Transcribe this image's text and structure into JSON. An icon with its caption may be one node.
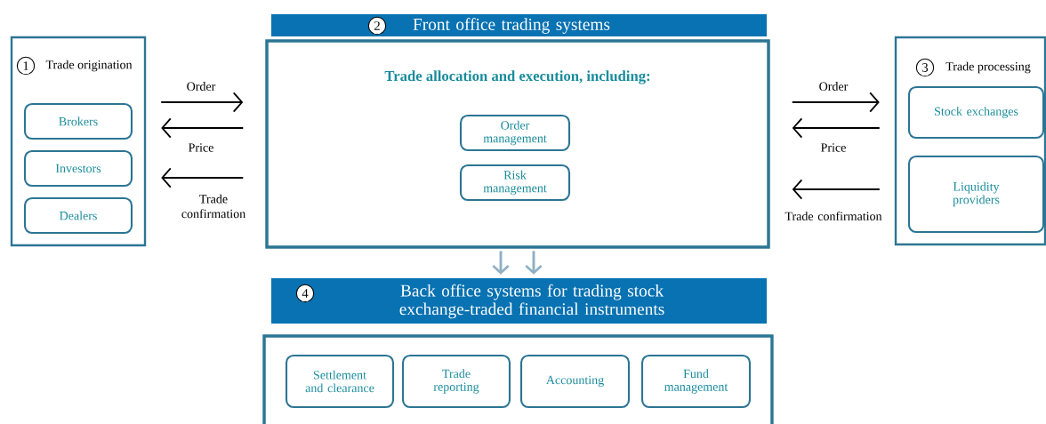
{
  "diagram": {
    "nodes": [
      {
        "text": [
          "Trade origination"
        ]
      },
      {
        "text": [
          "1"
        ],
        "in": 0
      },
      {
        "text": [
          "Brokers"
        ],
        "in": 0
      },
      {
        "text": [
          "Investors"
        ],
        "in": 0
      },
      {
        "text": [
          "Dealers"
        ],
        "in": 0
      },
      {
        "text": [
          "Front office trading systems"
        ]
      },
      {
        "text": [
          "2"
        ],
        "in": 5
      },
      {
        "text": [
          "Trade allocation and execution, including:"
        ]
      },
      {
        "text": [
          "Order management"
        ],
        "in": 7
      },
      {
        "text": [
          "Risk management"
        ],
        "in": 7
      },
      {
        "text": [
          "Trade processing"
        ]
      },
      {
        "text": [
          "3"
        ],
        "in": 10
      },
      {
        "text": [
          "Stock exchanges"
        ],
        "in": 10
      },
      {
        "text": [
          "Liquidity providers"
        ],
        "in": 10
      },
      {
        "text": [
          "Back office systems for trading stock exchange-traded financial instruments"
        ]
      },
      {
        "text": [
          "4"
        ],
        "in": 14
      },
      {
        "text": [],
        "shape": "box"
      },
      {
        "text": [
          "Settlement and clearance"
        ],
        "in": 16
      },
      {
        "text": [
          "Trade reporting"
        ],
        "in": 16
      },
      {
        "text": [
          "Accounting"
        ],
        "in": 16
      },
      {
        "text": [
          "Fund management"
        ],
        "in": 16
      }
    ],
    "edges": [
      {
        "from": 0,
        "to": 7,
        "arrow": "to",
        "label": "Order"
      },
      {
        "from": 7,
        "to": 0,
        "arrow": "to",
        "label": "Price"
      },
      {
        "from": 7,
        "to": 0,
        "arrow": "to",
        "label": "Trade confirmation"
      },
      {
        "from": 7,
        "to": 10,
        "arrow": "to",
        "label": "Order"
      },
      {
        "from": 10,
        "to": 7,
        "arrow": "to",
        "label": "Price"
      },
      {
        "from": 10,
        "to": 7,
        "arrow": "to",
        "label": "Trade confirmation"
      },
      {
        "from": 7,
        "to": 14,
        "arrow": "to",
        "color": "#8fb0c4"
      },
      {
        "from": 7,
        "to": 14,
        "arrow": "to",
        "color": "#8fb0c4"
      }
    ]
  }
}
